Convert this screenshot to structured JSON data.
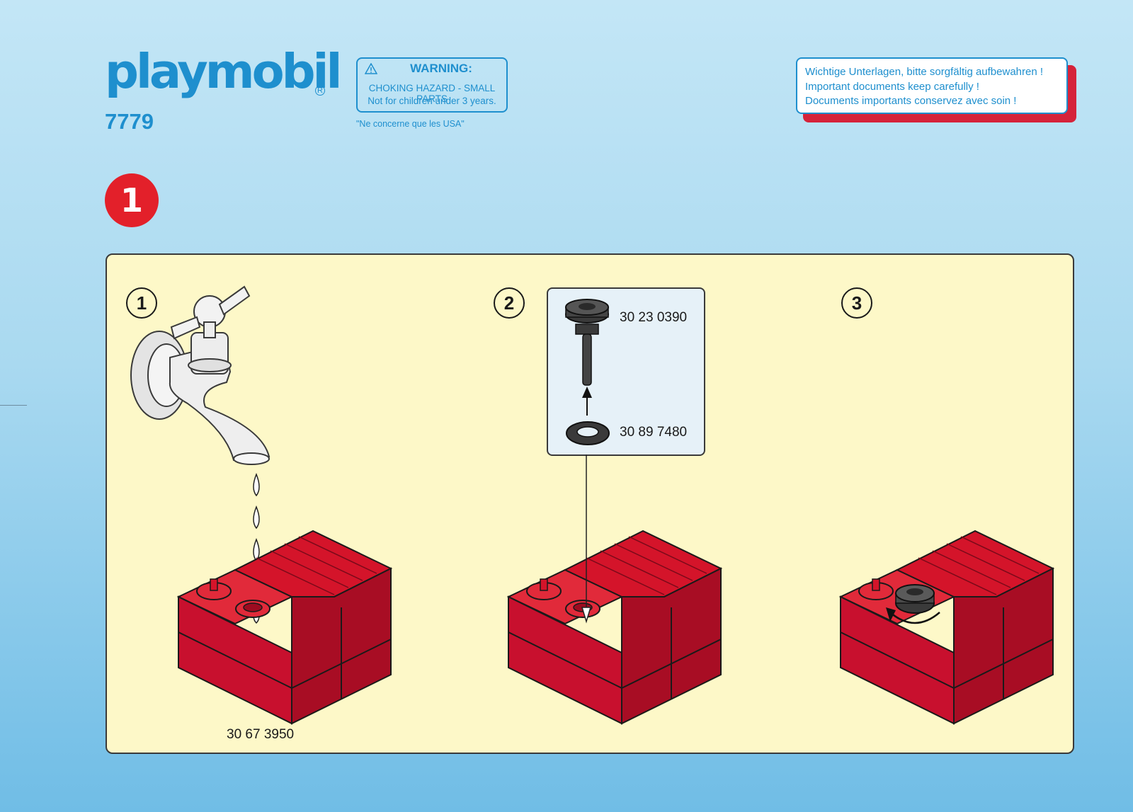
{
  "header": {
    "brand": "playmobil",
    "brand_mark": "R",
    "product_number": "7779"
  },
  "warning": {
    "title": "WARNING:",
    "line1": "CHOKING HAZARD - SMALL PARTS",
    "line2": "Not for children under 3 years.",
    "usa_note": "\"Ne concerne que les USA\""
  },
  "documents_note": {
    "lines": [
      "Wichtige Unterlagen, bitte sorgfältig aufbewahren !",
      "Important documents keep carefully !",
      "Documents importants conservez avec soin !"
    ]
  },
  "step": {
    "number": "1",
    "substeps": [
      {
        "number": "1",
        "part_number": "30 67 3950"
      },
      {
        "number": "2",
        "parts": [
          "30 23 0390",
          "30 89 7480"
        ]
      },
      {
        "number": "3"
      }
    ]
  },
  "colors": {
    "brand_blue": "#1e8fce",
    "badge_red": "#e3202a",
    "tank_red": "#d4142a",
    "panel_yellow": "#fdf8c8"
  },
  "icons": [
    "warning-triangle-icon",
    "water-tap-icon",
    "water-drop-icon",
    "fuel-tank-icon",
    "cap-dipstick-icon",
    "gasket-ring-icon",
    "arrow-up-icon",
    "rotate-arrow-icon"
  ]
}
